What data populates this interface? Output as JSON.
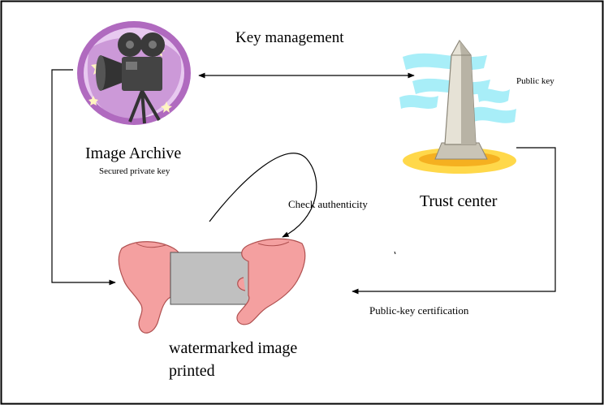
{
  "labels": {
    "key_management": "Key management",
    "image_archive": "Image Archive",
    "secured_private_key": "Secured private key",
    "public_key": "Public key",
    "trust_center": "Trust center",
    "check_authenticity": "Check authenticity",
    "public_key_certification": "Public-key certification",
    "watermarked_line1": "watermarked image",
    "watermarked_line2": "printed"
  },
  "icons": {
    "archive": "movie-camera-icon",
    "trust_center": "monument-icon",
    "image": "hands-holding-image-icon"
  },
  "colors": {
    "border": "#000000",
    "camera_purple": "#b06abf",
    "camera_lilac": "#e8c9f0",
    "camera_dark": "#3a3a3a",
    "monument_cyan": "#a8eef8",
    "monument_yellow": "#ffd84a",
    "monument_stone": "#d8d4c8",
    "hands_skin": "#f4a0a0",
    "photo_gray": "#c0c0c0"
  }
}
